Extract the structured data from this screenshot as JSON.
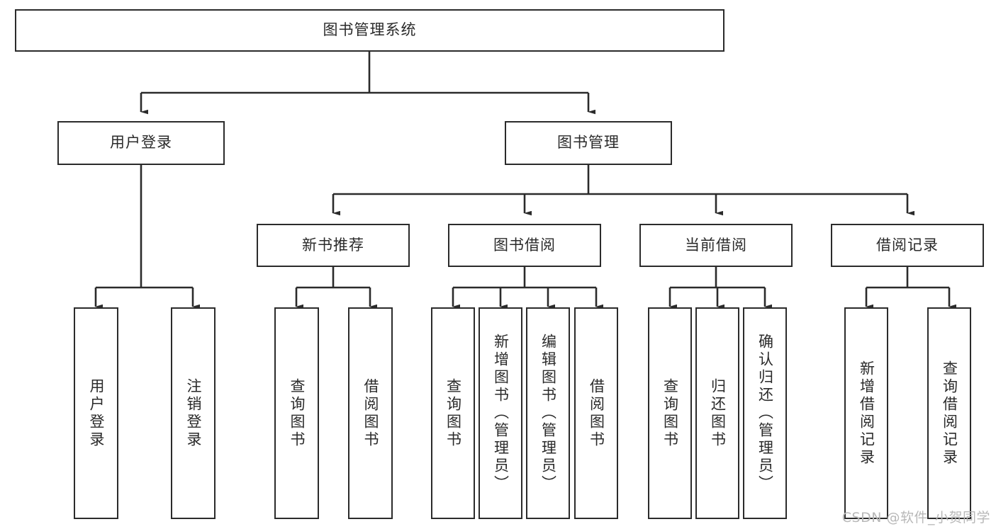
{
  "diagram": {
    "title": "图书管理系统",
    "style": {
      "box_border_color": "#2b2b2b",
      "box_fill_color": "#ffffff",
      "line_color": "#2b2b2b",
      "text_color": "#2a2a2a",
      "background": "#ffffff"
    },
    "levels": {
      "root": {
        "label": "图书管理系统"
      },
      "level2": [
        {
          "label": "用户登录"
        },
        {
          "label": "图书管理"
        }
      ],
      "level3": [
        {
          "label": "新书推荐"
        },
        {
          "label": "图书借阅"
        },
        {
          "label": "当前借阅"
        },
        {
          "label": "借阅记录"
        }
      ],
      "leaves": {
        "user_login": [
          {
            "label": "用户登录"
          },
          {
            "label": "注销登录"
          }
        ],
        "new_book_recommend": [
          {
            "label": "查询图书"
          },
          {
            "label": "借阅图书"
          }
        ],
        "book_borrow": [
          {
            "label": "查询图书"
          },
          {
            "label": "新增图书（管理员）"
          },
          {
            "label": "编辑图书（管理员）"
          },
          {
            "label": "借阅图书"
          }
        ],
        "current_borrow": [
          {
            "label": "查询图书"
          },
          {
            "label": "归还图书"
          },
          {
            "label": "确认归还（管理员）"
          }
        ],
        "borrow_record": [
          {
            "label": "新增借阅记录"
          },
          {
            "label": "查询借阅记录"
          }
        ]
      }
    }
  },
  "watermark": {
    "text": "CSDN @软件_小贺同学"
  }
}
